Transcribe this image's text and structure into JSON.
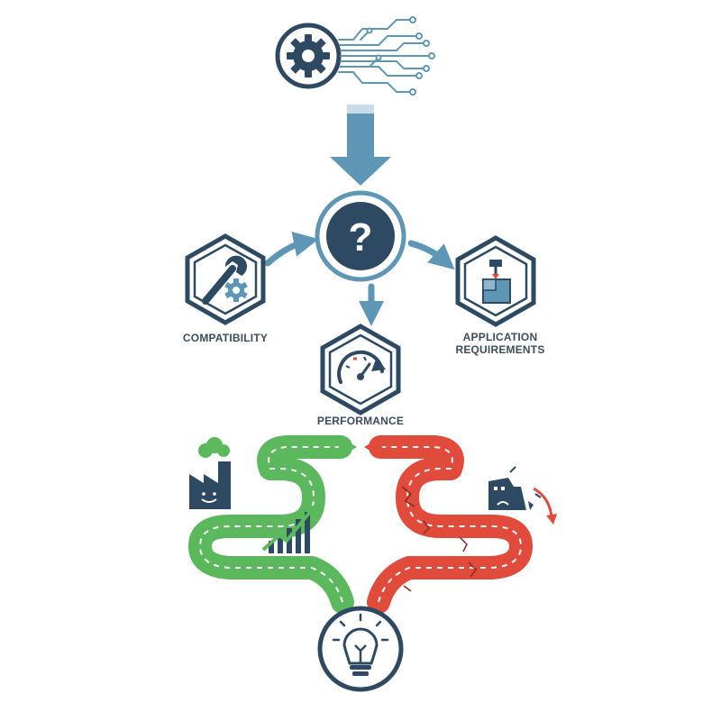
{
  "colors": {
    "navy": "#2e4a62",
    "steel_blue": "#5e96b6",
    "green": "#5cb85c",
    "red": "#e04b3c",
    "label": "#3c4c5c"
  },
  "nodes": {
    "source": {
      "icon": "gear-circuit-icon"
    },
    "question": {
      "icon": "question-mark-icon",
      "glyph": "?"
    },
    "compatibility": {
      "icon": "wrench-gear-icon",
      "label": "COMPATIBILITY"
    },
    "application_requirements": {
      "icon": "crane-box-icon",
      "label_line1": "APPLICATION",
      "label_line2": "REQUIREMENTS"
    },
    "performance": {
      "icon": "speedometer-icon",
      "label": "PERFORMANCE"
    },
    "idea": {
      "icon": "lightbulb-icon"
    }
  },
  "outcomes": {
    "success": {
      "icon": "happy-factory-icon",
      "path_color": "green",
      "trend": "rising-chart-icon"
    },
    "failure": {
      "icon": "collapsing-building-icon",
      "path_color": "red"
    }
  }
}
